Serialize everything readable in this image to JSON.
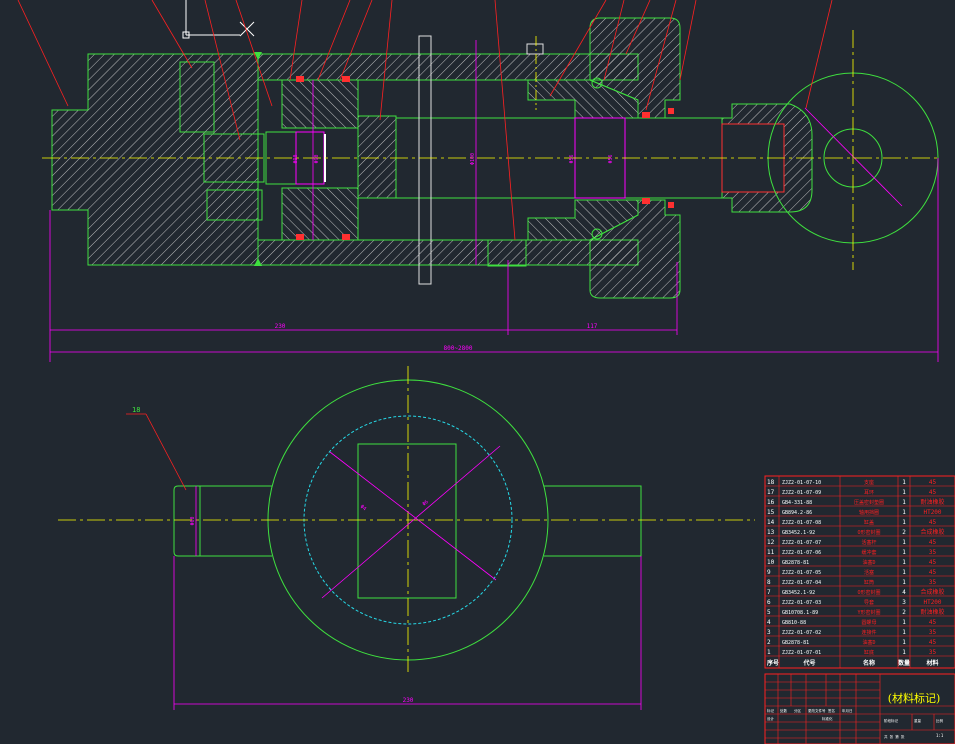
{
  "colors": {
    "background": "#212830",
    "outline": "#3fe03f",
    "center": "#ffff00",
    "dimension": "#ff00ff",
    "leader": "#ff2020",
    "hatch": "#d8d8d8",
    "seal": "#ff3030",
    "cyan_circle": "#26d8e6",
    "white": "#ffffff"
  },
  "section_view": {
    "dims": {
      "left_length": "230",
      "right_length": "117",
      "overall": "800~2800"
    },
    "inline_labels": [
      "Φ90",
      "Φ90",
      "Φ100",
      "Φ56",
      "Φ56"
    ]
  },
  "top_view": {
    "balloon": "18",
    "dims": {
      "width": "230",
      "diameter_large": "Φ6",
      "diameter_small": "Φ4",
      "stub": "Φ60"
    }
  },
  "parts_list": {
    "rows": [
      {
        "no": "18",
        "code": "ZJZ2-01-07-10",
        "name": "支座",
        "qty": "1",
        "material": "45"
      },
      {
        "no": "17",
        "code": "ZJZ2-01-07-09",
        "name": "耳环",
        "qty": "1",
        "material": "45"
      },
      {
        "no": "16",
        "code": "GB4-331-88",
        "name": "压盖密封垫圈",
        "qty": "1",
        "material": "耐油橡胶"
      },
      {
        "no": "15",
        "code": "GB894.2-86",
        "name": "轴用挡圈",
        "qty": "1",
        "material": "HT200"
      },
      {
        "no": "14",
        "code": "ZJZ2-01-07-08",
        "name": "缸盖",
        "qty": "1",
        "material": "45"
      },
      {
        "no": "13",
        "code": "GB3452.1-92",
        "name": "O形密封圈",
        "qty": "2",
        "material": "合成橡胶"
      },
      {
        "no": "12",
        "code": "ZJZ2-01-07-07",
        "name": "活塞杆",
        "qty": "1",
        "material": "45"
      },
      {
        "no": "11",
        "code": "ZJZ2-01-07-06",
        "name": "缓冲套",
        "qty": "1",
        "material": "35"
      },
      {
        "no": "10",
        "code": "GB2878-81",
        "name": "油塞D",
        "qty": "1",
        "material": "45"
      },
      {
        "no": "9",
        "code": "ZJZ2-01-07-05",
        "name": "活塞",
        "qty": "1",
        "material": "45"
      },
      {
        "no": "8",
        "code": "ZJZ2-01-07-04",
        "name": "缸筒",
        "qty": "1",
        "material": "35"
      },
      {
        "no": "7",
        "code": "GB3452.1-92",
        "name": "O形密封圈",
        "qty": "4",
        "material": "合成橡胶"
      },
      {
        "no": "6",
        "code": "ZJZ2-01-07-03",
        "name": "导套",
        "qty": "3",
        "material": "HT200"
      },
      {
        "no": "5",
        "code": "GB10708.1-89",
        "name": "Y形密封圈",
        "qty": "2",
        "material": "耐油橡胶"
      },
      {
        "no": "4",
        "code": "GB810-88",
        "name": "圆螺母",
        "qty": "1",
        "material": "45"
      },
      {
        "no": "3",
        "code": "ZJZ2-01-07-02",
        "name": "连接件",
        "qty": "1",
        "material": "35"
      },
      {
        "no": "2",
        "code": "GB2878-81",
        "name": "油塞D",
        "qty": "1",
        "material": "45"
      },
      {
        "no": "1",
        "code": "ZJZ2-01-07-01",
        "name": "缸底",
        "qty": "1",
        "material": "35"
      }
    ],
    "header": {
      "no": "序号",
      "code": "代号",
      "name": "名称",
      "qty": "数量",
      "material": "材料"
    }
  },
  "title_block": {
    "material_mark": "(材料标记)",
    "small_labels": [
      "标记",
      "处数",
      "分区",
      "更改文件号",
      "签名",
      "年月日"
    ],
    "design_label": "设计",
    "standard_label": "标准化",
    "stage_label": "阶段标记",
    "weight_label": "重量",
    "scale_label": "比例",
    "scale_value": "1:1",
    "sheet_label": "共 张 第 张"
  }
}
